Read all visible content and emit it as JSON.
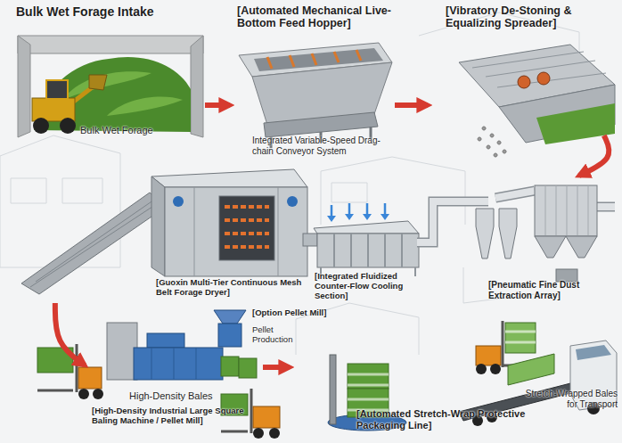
{
  "diagram": {
    "nodes": [
      {
        "text": [
          "Bulk Wet Forage Intake",
          "Bulk Wet Forage"
        ]
      },
      {
        "text": [
          "[Automated Mechanical Live-Bottom Feed Hopper]",
          "Integrated Variable-Speed Drag-chain Conveyor System"
        ]
      },
      {
        "text": [
          "[Vibratory De-Stoning & Equalizing Spreader]"
        ]
      },
      {
        "text": [
          "[Guoxin Multi-Tier Continuous Mesh Belt Forage Dryer]"
        ]
      },
      {
        "text": [
          "[Integrated Fluidized Counter-Flow Cooling Section]"
        ]
      },
      {
        "text": [
          "[Pneumatic Fine Dust Extraction Array]"
        ]
      },
      {
        "text": [
          "High-Density Bales",
          "[High-Density Industrial Large Square Baling Machine / Pellet Mill]"
        ]
      },
      {
        "text": [
          "[Option Pellet Mill]",
          "Pellet Production"
        ]
      },
      {
        "text": [
          "[Automated Stretch-Wrap Protective Packaging Line]",
          "Stretch-Wrapped Bales for Transport"
        ]
      }
    ],
    "edges": [
      {
        "from": 0,
        "to": 1,
        "arrow": "to"
      },
      {
        "from": 1,
        "to": 2,
        "arrow": "to"
      },
      {
        "from": 2,
        "to": 5,
        "arrow": "to"
      },
      {
        "from": 3,
        "to": 6,
        "arrow": "to"
      },
      {
        "from": 6,
        "to": 8,
        "arrow": "to"
      }
    ]
  }
}
